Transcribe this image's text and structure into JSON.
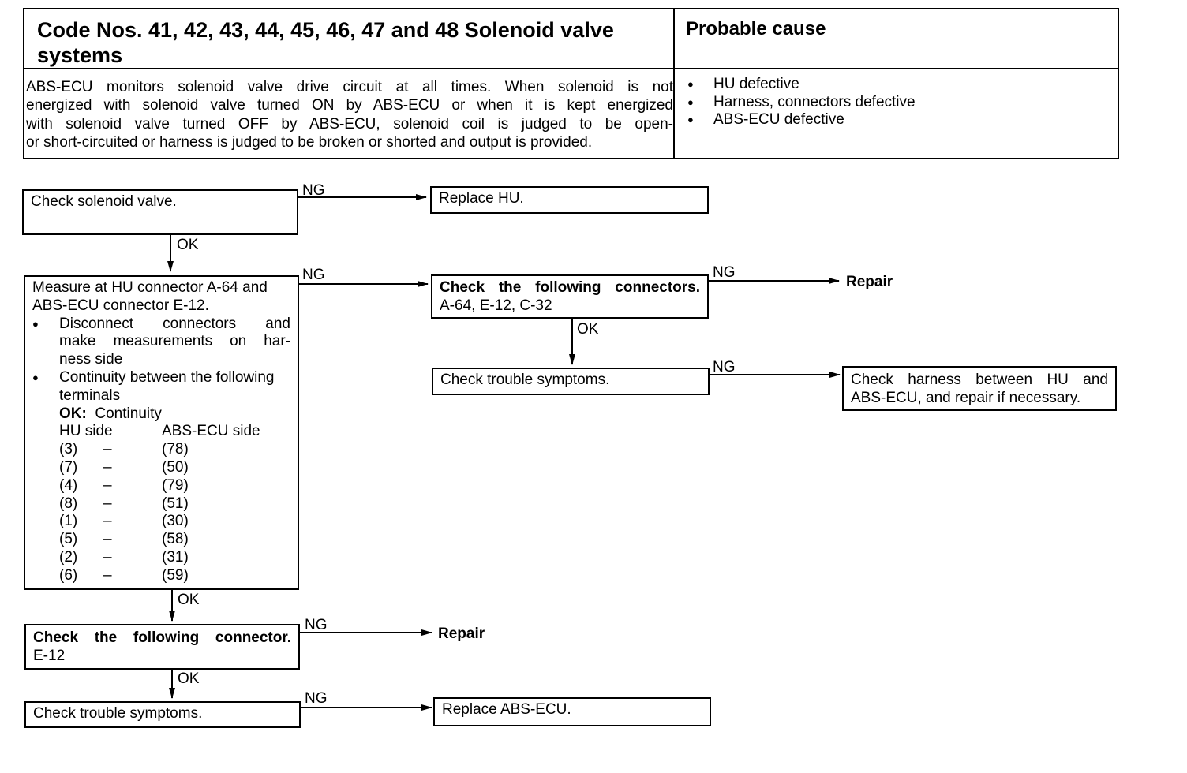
{
  "header": {
    "title": "Code Nos. 41, 42, 43, 44, 45, 46, 47 and 48 Solenoid valve systems",
    "cause_title": "Probable cause",
    "description_lines": [
      "ABS-ECU monitors solenoid valve drive circuit at all times. When solenoid is not",
      "energized with solenoid valve turned ON by ABS-ECU or when it is kept energized",
      "with solenoid valve turned OFF by ABS-ECU, solenoid coil is judged to be open-",
      "or short-circuited or harness is judged to be broken or shorted and output is provided."
    ],
    "causes": [
      "HU defective",
      "Harness, connectors defective",
      "ABS-ECU defective"
    ]
  },
  "flow": {
    "check_solenoid": "Check solenoid valve.",
    "replace_hu": "Replace HU.",
    "measure": {
      "line1": "Measure at HU connector A-64 and",
      "line2": "ABS-ECU connector E-12.",
      "bullet1_l1": "Disconnect connectors and",
      "bullet1_l2": "make measurements on har-",
      "bullet1_l3": "ness side",
      "bullet2_l1": "Continuity between the following",
      "bullet2_l2": "terminals",
      "ok_label": "OK:",
      "ok_value": "Continuity",
      "col_hu": "HU side",
      "col_ecu": "ABS-ECU side",
      "rows": [
        {
          "hu": "(3)",
          "dash": "–",
          "ecu": "(78)"
        },
        {
          "hu": "(7)",
          "dash": "–",
          "ecu": "(50)"
        },
        {
          "hu": "(4)",
          "dash": "–",
          "ecu": "(79)"
        },
        {
          "hu": "(8)",
          "dash": "–",
          "ecu": "(51)"
        },
        {
          "hu": "(1)",
          "dash": "–",
          "ecu": "(30)"
        },
        {
          "hu": "(5)",
          "dash": "–",
          "ecu": "(58)"
        },
        {
          "hu": "(2)",
          "dash": "–",
          "ecu": "(31)"
        },
        {
          "hu": "(6)",
          "dash": "–",
          "ecu": "(59)"
        }
      ]
    },
    "check_connectors_title": "Check the following connectors.",
    "check_connectors_list": "A-64, E-12, C-32",
    "repair_1": "Repair",
    "check_trouble_1": "Check trouble symptoms.",
    "check_harness_l1": "Check harness between HU and",
    "check_harness_l2": "ABS-ECU, and repair if necessary.",
    "check_connector_title": "Check the following connector.",
    "check_connector_value": "E-12",
    "repair_2": "Repair",
    "check_trouble_2": "Check trouble symptoms.",
    "replace_ecu": "Replace ABS-ECU.",
    "labels": {
      "ng": "NG",
      "ok": "OK"
    }
  }
}
